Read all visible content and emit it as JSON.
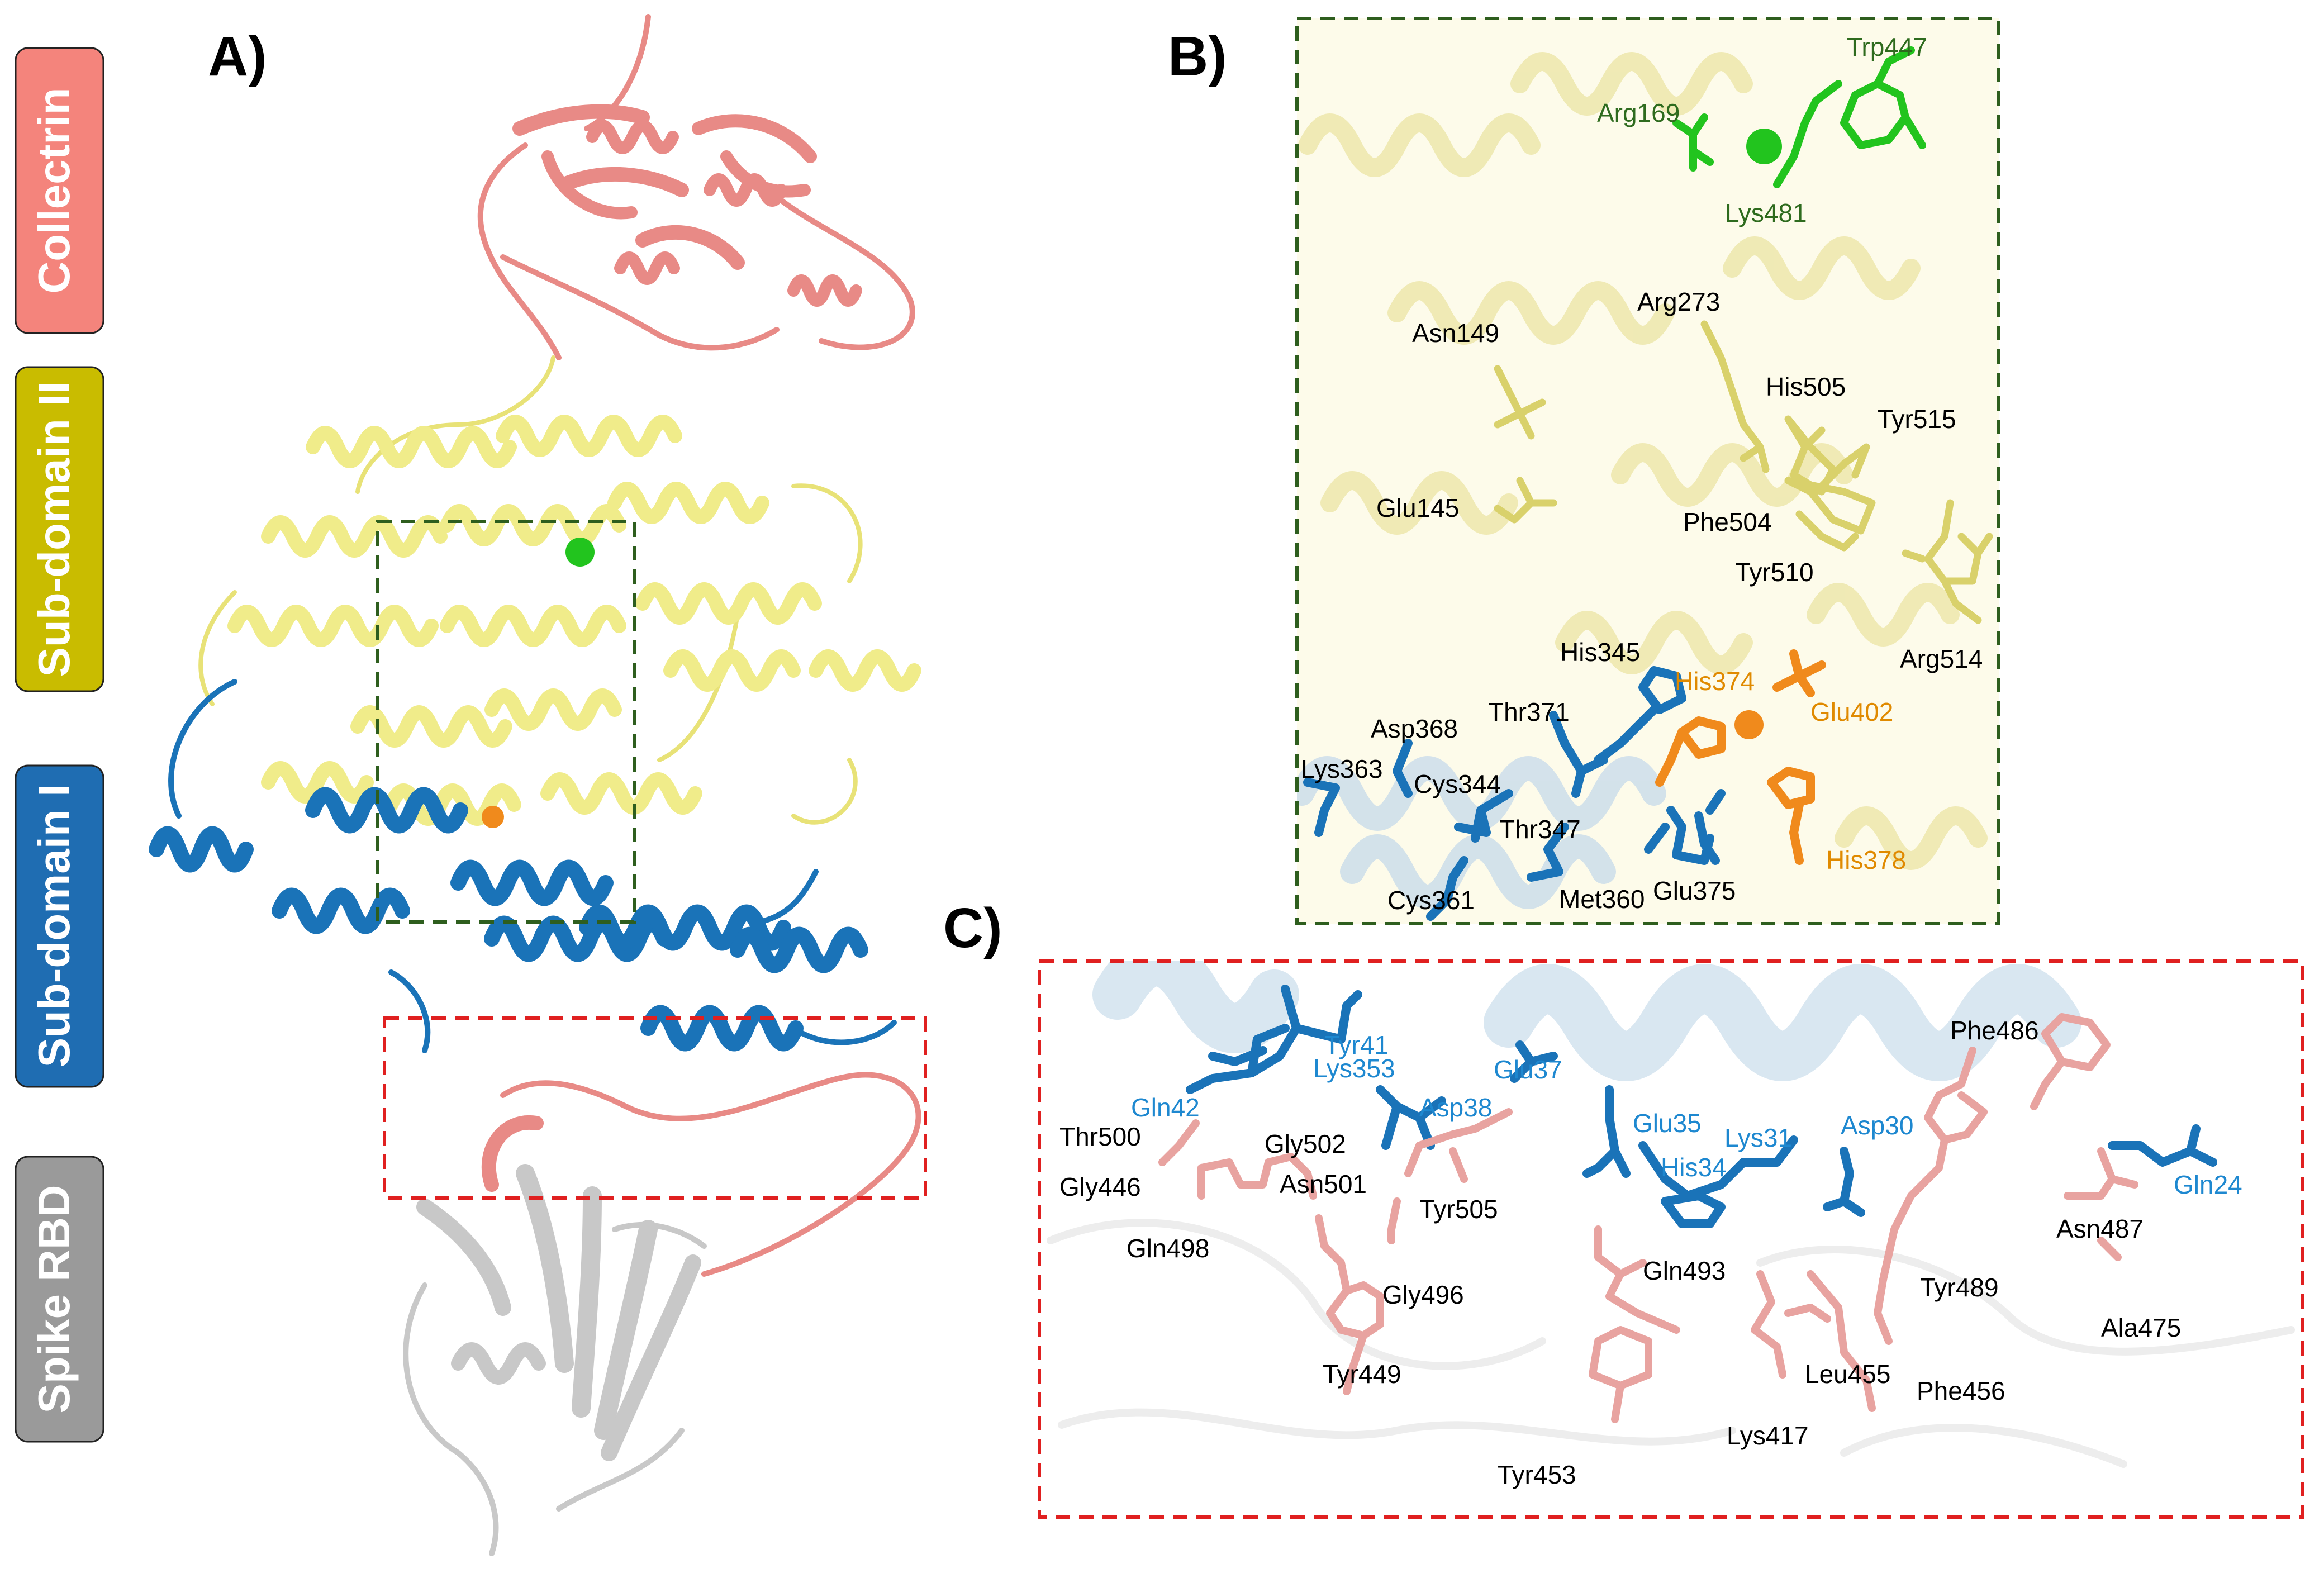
{
  "panels": {
    "a": "A)",
    "b": "B)",
    "c": "C)"
  },
  "domains": [
    {
      "label": "Collectrin",
      "color": "#F4847C"
    },
    {
      "label": "Sub-domain II",
      "color": "#C9BC00"
    },
    {
      "label": "Sub-domain I",
      "color": "#1F6DB2"
    },
    {
      "label": "Spike RBD",
      "color": "#9A9A9A"
    }
  ],
  "colors": {
    "collectrin": "#E88A86",
    "subdomain2": "#F0EC8A",
    "subdomain1": "#1A73B8",
    "spike": "#C8C8C8",
    "zinc_site": "#F08A1C",
    "chloride_site": "#22C41E",
    "box_b": "#2E5E1E",
    "box_c": "#E02020",
    "text_black": "#000000",
    "text_blue": "#1E88D0",
    "text_orange": "#E08A00",
    "text_green": "#2E6B1E"
  },
  "panel_b_labels": {
    "green": [
      "Arg169",
      "Trp447",
      "Lys481"
    ],
    "yellow": [
      "Asn149",
      "Arg273",
      "His505",
      "Tyr515",
      "Glu145",
      "Phe504",
      "Tyr510",
      "Arg514",
      "His345"
    ],
    "blue": [
      "Thr371",
      "Asp368",
      "Lys363",
      "Cys344",
      "Thr347",
      "Cys361",
      "Met360",
      "Glu375"
    ],
    "orange": [
      "His374",
      "Glu402",
      "His378"
    ]
  },
  "panel_c_labels": {
    "blue": [
      "Tyr41",
      "Glu37",
      "Lys353",
      "Gln42",
      "Asp38",
      "Glu35",
      "Lys31",
      "Asp30",
      "His34",
      "Gln24"
    ],
    "black": [
      "Phe486",
      "Thr500",
      "Gly502",
      "Gly446",
      "Asn501",
      "Tyr505",
      "Gln498",
      "Gln493",
      "Asn487",
      "Tyr489",
      "Gly496",
      "Ala475",
      "Tyr449",
      "Leu455",
      "Phe456",
      "Lys417",
      "Tyr453"
    ]
  }
}
